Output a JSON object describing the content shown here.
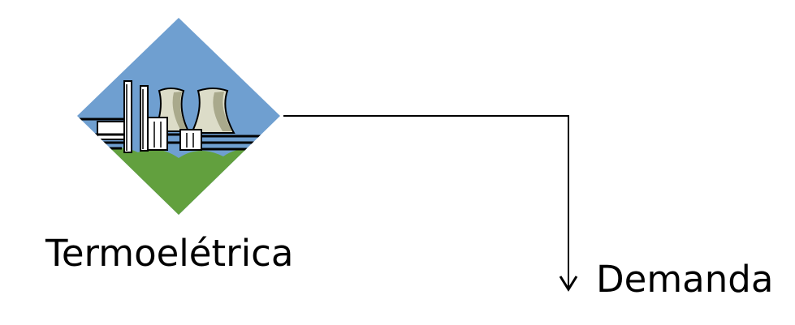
{
  "diagram": {
    "source_node": {
      "label": "Termoelétrica",
      "icon": "thermoelectric-plant-icon"
    },
    "target_node": {
      "label": "Demanda"
    },
    "edges": [
      {
        "from": "Termoelétrica",
        "to": "Demanda",
        "style": "orthogonal-arrow"
      }
    ]
  },
  "colors": {
    "sky": "#6f9fd0",
    "ground": "#62a03e",
    "tower": "#dcdcc8",
    "tower_shade": "#a9a98c",
    "line": "#000000"
  }
}
